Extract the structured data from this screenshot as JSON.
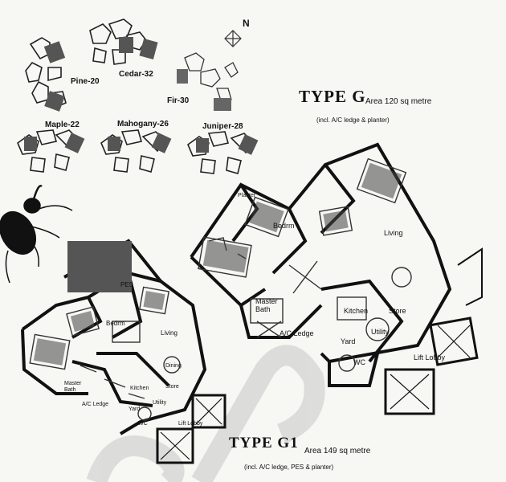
{
  "blocks": [
    {
      "name": "Pine-20"
    },
    {
      "name": "Cedar-32"
    },
    {
      "name": "Fir-30"
    },
    {
      "name": "Maple-22"
    },
    {
      "name": "Mahogany-26"
    },
    {
      "name": "Juniper-28"
    }
  ],
  "type_g": {
    "title": "TYPE G",
    "area": "Area 120 sq metre",
    "note": "(incl. A/C ledge  & planter)",
    "rooms": {
      "bedroom": "Bedrm",
      "living": "Living",
      "master_bath": "Master Bath",
      "kitchen": "Kitchen",
      "store": "Store",
      "utility": "Utility",
      "ac_ledge": "A/C Ledge",
      "yard": "Yard",
      "wc": "WC",
      "lift_lobby": "Lift Lobby",
      "planter": "Planter"
    }
  },
  "type_g1": {
    "title": "TYPE G1",
    "area": "Area 149 sq metre",
    "note": "(incl. A/C ledge, PES & planter)",
    "rooms": {
      "pes": "PES",
      "bedroom": "Bedrm",
      "living": "Living",
      "dining": "Dining",
      "master_bath": "Master Bath",
      "kitchen": "Kitchen",
      "utility": "Utility",
      "ac_ledge": "A/C Ledge",
      "yard": "Yard",
      "wc": "WC",
      "store": "Store",
      "lift_lobby": "Lift Lobby"
    }
  },
  "north_label": "N"
}
